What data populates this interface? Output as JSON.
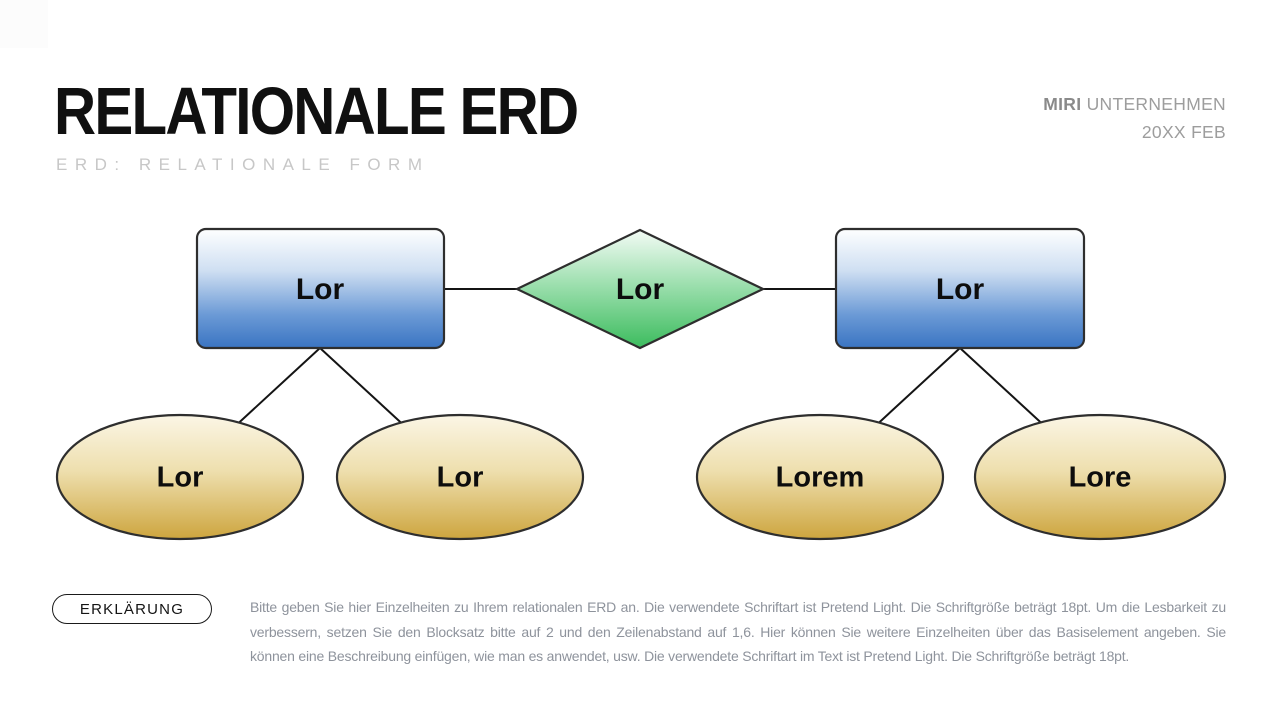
{
  "header": {
    "title": "RELATIONALE ERD",
    "subtitle": "ERD: RELATIONALE FORM",
    "brand_name": "MIRI",
    "brand_suffix": "UNTERNEHMEN",
    "date": "20XX FEB"
  },
  "diagram": {
    "entity_left": {
      "label": "Lor"
    },
    "relationship": {
      "label": "Lor"
    },
    "entity_right": {
      "label": "Lor"
    },
    "attributes": [
      {
        "label": "Lor"
      },
      {
        "label": "Lor"
      },
      {
        "label": "Lorem"
      },
      {
        "label": "Lore"
      }
    ],
    "colors": {
      "entity_fill": "#3a74c2",
      "relationship_fill": "#3cbc5e",
      "attribute_fill": "#cda53e",
      "outline": "#2e2e2e",
      "connector": "#141414"
    }
  },
  "legend": {
    "button_label": "ERKLÄRUNG",
    "description": "Bitte geben Sie hier Einzelheiten zu Ihrem relationalen ERD an. Die verwendete Schriftart ist Pretend Light. Die Schriftgröße beträgt 18pt. Um die Lesbarkeit zu verbessern, setzen Sie den Blocksatz bitte auf 2 und den Zeilenabstand auf 1,6. Hier können Sie weitere Einzelheiten über das Basiselement angeben. Sie können eine Beschreibung einfügen, wie man es anwendet, usw. Die verwendete Schriftart im Text ist Pretend Light. Die Schriftgröße beträgt 18pt."
  },
  "theme": {
    "background": "#ffffff",
    "title_color": "#101010",
    "subtitle_color": "#c7c7c7",
    "muted_text_color": "#8e939c"
  }
}
